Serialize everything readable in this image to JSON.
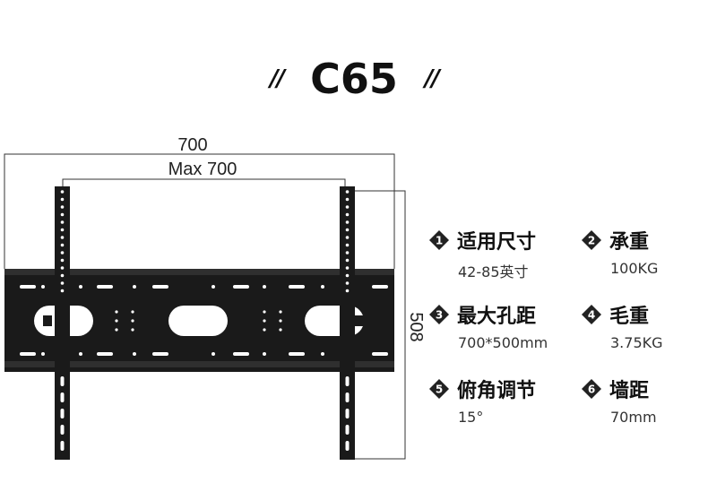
{
  "header": {
    "slash_left": "//",
    "model": "C65",
    "slash_right": "//"
  },
  "dimensions": {
    "outer_width": "700",
    "inner_width": "Max 700",
    "height": "508"
  },
  "specs": [
    {
      "num": "1",
      "label": "适用尺寸",
      "value": "42-85英寸"
    },
    {
      "num": "2",
      "label": "承重",
      "value": "100KG"
    },
    {
      "num": "3",
      "label": "最大孔距",
      "value": "700*500mm"
    },
    {
      "num": "4",
      "label": "毛重",
      "value": "3.75KG"
    },
    {
      "num": "5",
      "label": "俯角调节",
      "value": "15°"
    },
    {
      "num": "6",
      "label": "墙距",
      "value": "70mm"
    }
  ],
  "colors": {
    "icon_fill": "#222222",
    "bracket": "#1a1a1a"
  }
}
